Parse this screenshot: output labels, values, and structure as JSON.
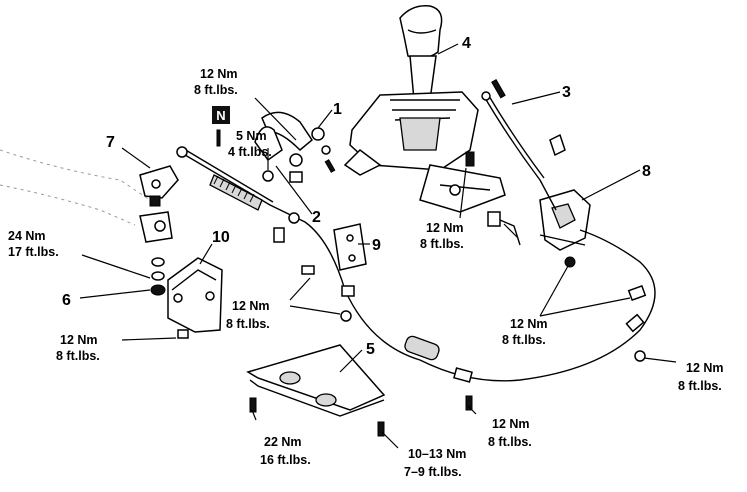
{
  "part_numbers": [
    "1",
    "2",
    "3",
    "4",
    "5",
    "6",
    "7",
    "8",
    "9",
    "10"
  ],
  "neutral_badge": "N",
  "torque": {
    "t1_nm": "12 Nm",
    "t1_ft": "8 ft.lbs.",
    "t2_nm": "5 Nm",
    "t2_ft": "4 ft.lbs.",
    "t3_nm": "24 Nm",
    "t3_ft": "17 ft.lbs.",
    "t4_nm": "12 Nm",
    "t4_ft": "8 ft.lbs.",
    "t5_nm": "12 Nm",
    "t5_ft": "8 ft.lbs.",
    "t6_nm": "12 Nm",
    "t6_ft": "8 ft.lbs.",
    "t7_nm": "12 Nm",
    "t7_ft": "8 ft.lbs.",
    "t8_nm": "12 Nm",
    "t8_ft": "8 ft.lbs.",
    "t9_nm": "12 Nm",
    "t9_ft": "8 ft.lbs.",
    "t10_nm": "22 Nm",
    "t10_ft": "16 ft.lbs.",
    "t11_nm": "10–13 Nm",
    "t11_ft": "7–9 ft.lbs."
  }
}
